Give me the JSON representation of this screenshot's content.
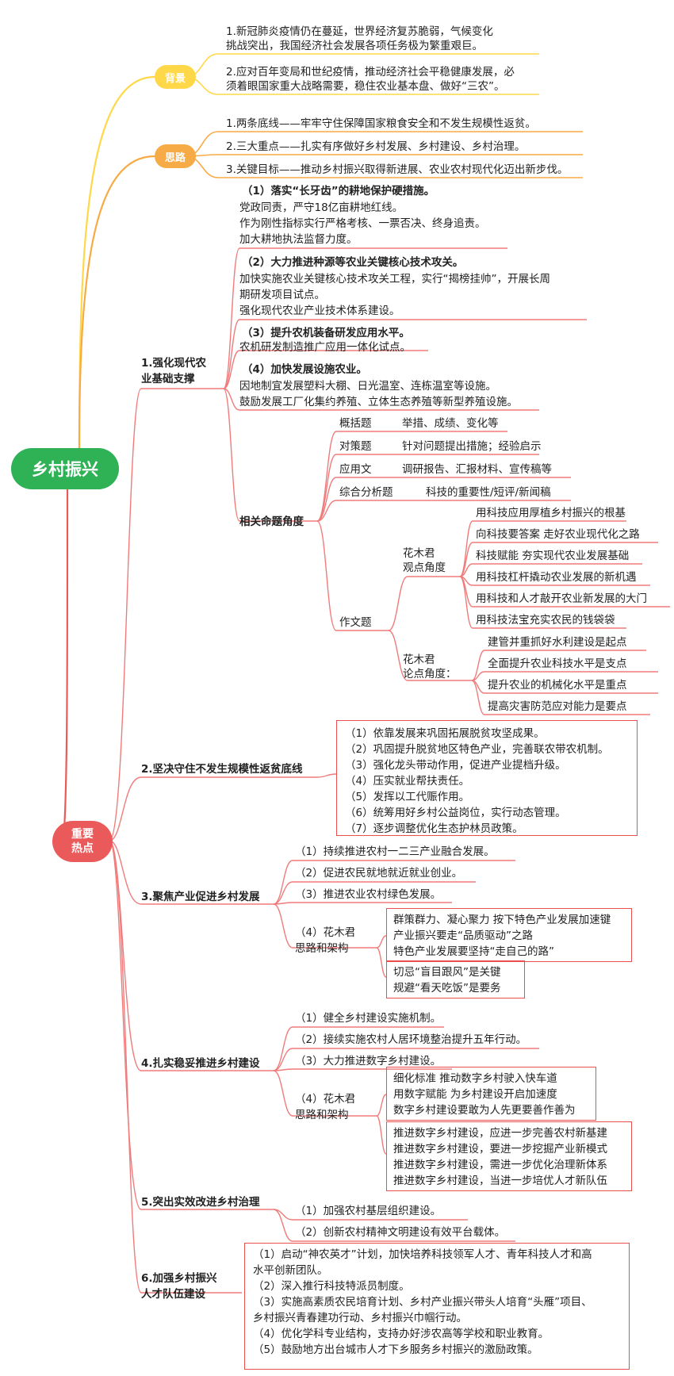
{
  "root": {
    "label": "乡村振兴",
    "color": "#2fb156"
  },
  "colors": {
    "yellow": "#ffd84a",
    "orange": "#f7ab47",
    "red": "#eb5a5a",
    "link_red": "#f07b7b"
  },
  "background": {
    "label": "背景",
    "items": [
      [
        "1.新冠肺炎疫情仍在蔓延，世界经济复苏脆弱，气候变化",
        "挑战突出，我国经济社会发展各项任务极为繁重艰巨。"
      ],
      [
        "2.应对百年变局和世纪疫情，推动经济社会平稳健康发展，必",
        "须着眼国家重大战略需要，稳住农业基本盘、做好“三农”。"
      ]
    ]
  },
  "thinking": {
    "label": "思路",
    "items": [
      "1.两条底线——牢牢守住保障国家粮食安全和不发生规模性返贫。",
      "2.三大重点——扎实有序做好乡村发展、乡村建设、乡村治理。",
      "3.关键目标——推动乡村振兴取得新进展、农业农村现代化迈出新步伐。"
    ]
  },
  "hotspot": {
    "label_1": "重要",
    "label_2": "热点",
    "s1": {
      "title_1": "1.强化现代农",
      "title_2": "业基础支撑",
      "items": [
        {
          "head": "（1）落实“长牙齿”的耕地保护硬措施。",
          "lines": [
            "党政同责，严守18亿亩耕地红线。",
            "作为刚性指标实行严格考核、一票否决、终身追责。",
            "加大耕地执法监督力度。"
          ]
        },
        {
          "head": "（2）大力推进种源等农业关键核心技术攻关。",
          "lines": [
            "加快实施农业关键核心技术攻关工程，实行“揭榜挂帅”，开展长周",
            "期研发项目试点。",
            "强化现代农业产业技术体系建设。"
          ]
        },
        {
          "head": "（3）提升农机装备研发应用水平。",
          "lines": [
            "农机研发制造推广应用一体化试点。"
          ]
        },
        {
          "head": "（4）加快发展设施农业。",
          "lines": [
            "因地制宜发展塑料大棚、日光温室、连栋温室等设施。",
            "鼓励发展工厂化集约养殖、立体生态养殖等新型养殖设施。"
          ]
        }
      ],
      "angle": {
        "label": "相关命题角度",
        "rows": [
          {
            "k": "概括题",
            "v": "举措、成绩、变化等"
          },
          {
            "k": "对策题",
            "v": "针对问题提出措施；经验启示"
          },
          {
            "k": "应用文",
            "v": "调研报告、汇报材料、宣传稿等"
          },
          {
            "k": "综合分析题",
            "v": "科技的重要性/短评/新闻稿"
          }
        ],
        "essay": {
          "label": "作文题",
          "view_label_1": "花木君",
          "view_label_2": "观点角度",
          "views": [
            "用科技应用厚植乡村振兴的根基",
            "向科技要答案 走好农业现代化之路",
            "科技赋能 夯实现代农业发展基础",
            "用科技杠杆撬动农业发展的新机遇",
            "用科技和人才敲开农业新发展的大门",
            "用科技法宝充实农民的钱袋袋"
          ],
          "arg_label_1": "花木君",
          "arg_label_2": "论点角度：",
          "args": [
            "建管并重抓好水利建设是起点",
            "全面提升农业科技水平是支点",
            "提升农业的机械化水平是重点",
            "提高灾害防范应对能力是要点"
          ]
        }
      }
    },
    "s2": {
      "title": "2.坚决守住不发生规模性返贫底线",
      "items": [
        "（1）依靠发展来巩固拓展脱贫攻坚成果。",
        "（2）巩固提升脱贫地区特色产业，完善联农带农机制。",
        "（3）强化龙头带动作用，促进产业提档升级。",
        "（4）压实就业帮扶责任。",
        "（5）发挥以工代赈作用。",
        "（6）统筹用好乡村公益岗位，实行动态管理。",
        "（7）逐步调整优化生态护林员政策。"
      ]
    },
    "s3": {
      "title": "3.聚焦产业促进乡村发展",
      "items": [
        "（1）持续推进农村一二三产业融合发展。",
        "（2）促进农民就地就近就业创业。",
        "（3）推进农业农村绿色发展。"
      ],
      "idea_1": "（4）花木君",
      "idea_2": "思路和架构",
      "box1": [
        "群策群力、凝心聚力 按下特色产业发展加速键",
        "产业振兴要走“品质驱动”之路",
        "特色产业发展要坚持“走自己的路”"
      ],
      "box2": [
        "切忌“盲目跟风”是关键",
        "规避“看天吃饭”是要务"
      ]
    },
    "s4": {
      "title": "4.扎实稳妥推进乡村建设",
      "items": [
        "（1）健全乡村建设实施机制。",
        "（2）接续实施农村人居环境整治提升五年行动。",
        "（3）大力推进数字乡村建设。"
      ],
      "idea_1": "（4）花木君",
      "idea_2": "思路和架构",
      "box1": [
        "细化标准 推动数字乡村驶入快车道",
        "用数字赋能 为乡村建设开启加速度",
        "数字乡村建设要敢为人先更要善作善为"
      ],
      "box2": [
        "推进数字乡村建设，应进一步完善农村新基建",
        "推进数字乡村建设，要进一步挖掘产业新模式",
        "推进数字乡村建设，需进一步优化治理新体系",
        "推进数字乡村建设，当进一步培优人才新队伍"
      ]
    },
    "s5": {
      "title": "5.突出实效改进乡村治理",
      "items": [
        "（1）加强农村基层组织建设。",
        "（2）创新农村精神文明建设有效平台载体。"
      ]
    },
    "s6": {
      "title_1": "6.加强乡村振兴",
      "title_2": "人才队伍建设",
      "items": [
        "（1）启动“神农英才”计划，加快培养科技领军人才、青年科技人才和高",
        "水平创新团队。",
        "（2）深入推行科技特派员制度。",
        "（3）实施高素质农民培育计划、乡村产业振兴带头人培育“头雁”项目、",
        "乡村振兴青春建功行动、乡村振兴巾帼行动。",
        "（4）优化学科专业结构，支持办好涉农高等学校和职业教育。",
        "（5）鼓励地方出台城市人才下乡服务乡村振兴的激励政策。"
      ]
    }
  }
}
